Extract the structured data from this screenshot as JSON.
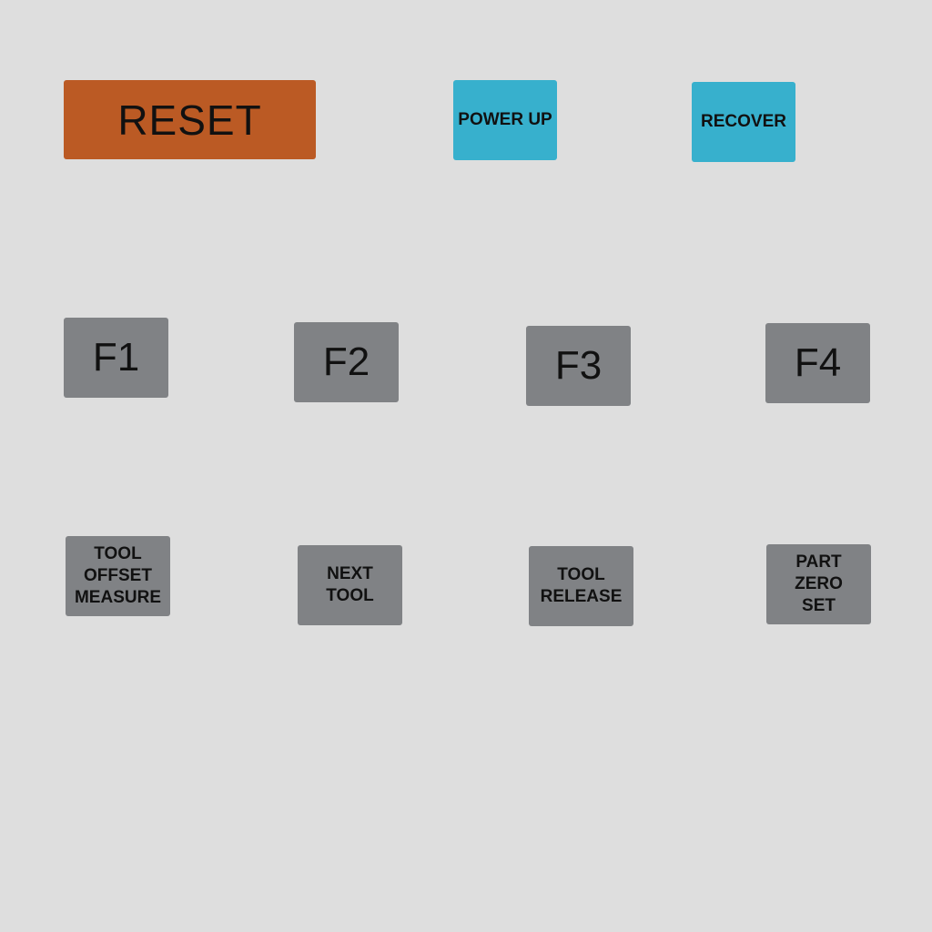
{
  "colors": {
    "background": "#dedede",
    "reset": "#bb5a24",
    "power_keys": "#37b0cd",
    "function_keys": "#808285",
    "label": "#111111"
  },
  "top_row": {
    "reset_label": "RESET",
    "power_up_label": "POWER UP",
    "recover_label": "RECOVER"
  },
  "function_keys": {
    "f1_label": "F1",
    "f2_label": "F2",
    "f3_label": "F3",
    "f4_label": "F4"
  },
  "operation_keys": {
    "tool_offset_measure_label": "TOOL\nOFFSET\nMEASURE",
    "next_tool_label": "NEXT\nTOOL",
    "tool_release_label": "TOOL\nRELEASE",
    "part_zero_set_label": "PART\nZERO\nSET"
  }
}
